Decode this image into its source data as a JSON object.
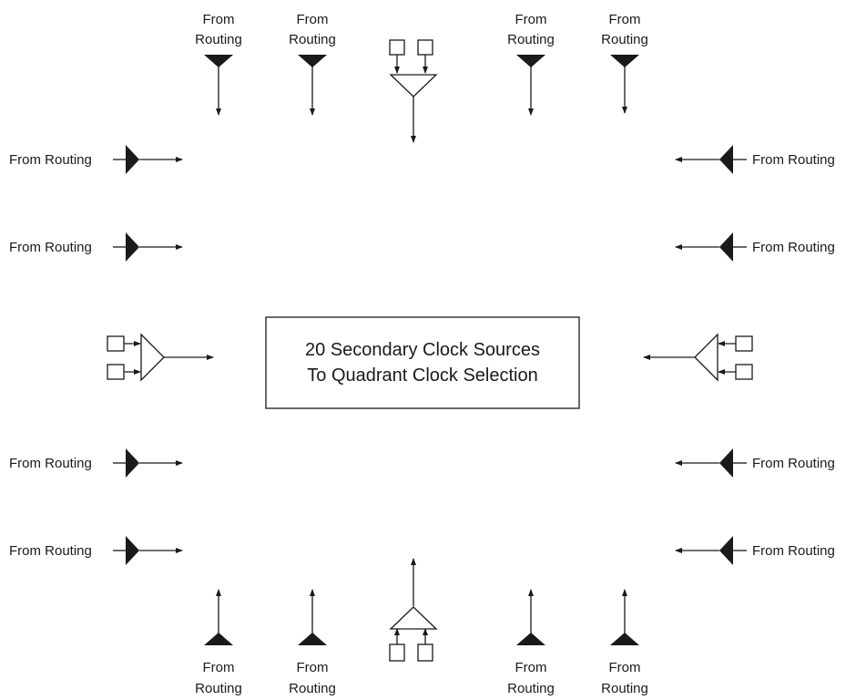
{
  "routing_label": "From Routing",
  "routing_label_line1": "From",
  "routing_label_line2": "Routing",
  "center_box": {
    "line1": "20 Secondary Clock Sources",
    "line2": "To Quadrant Clock Selection"
  },
  "colors": {
    "ink": "#1a1a1a",
    "background": "#ffffff"
  }
}
